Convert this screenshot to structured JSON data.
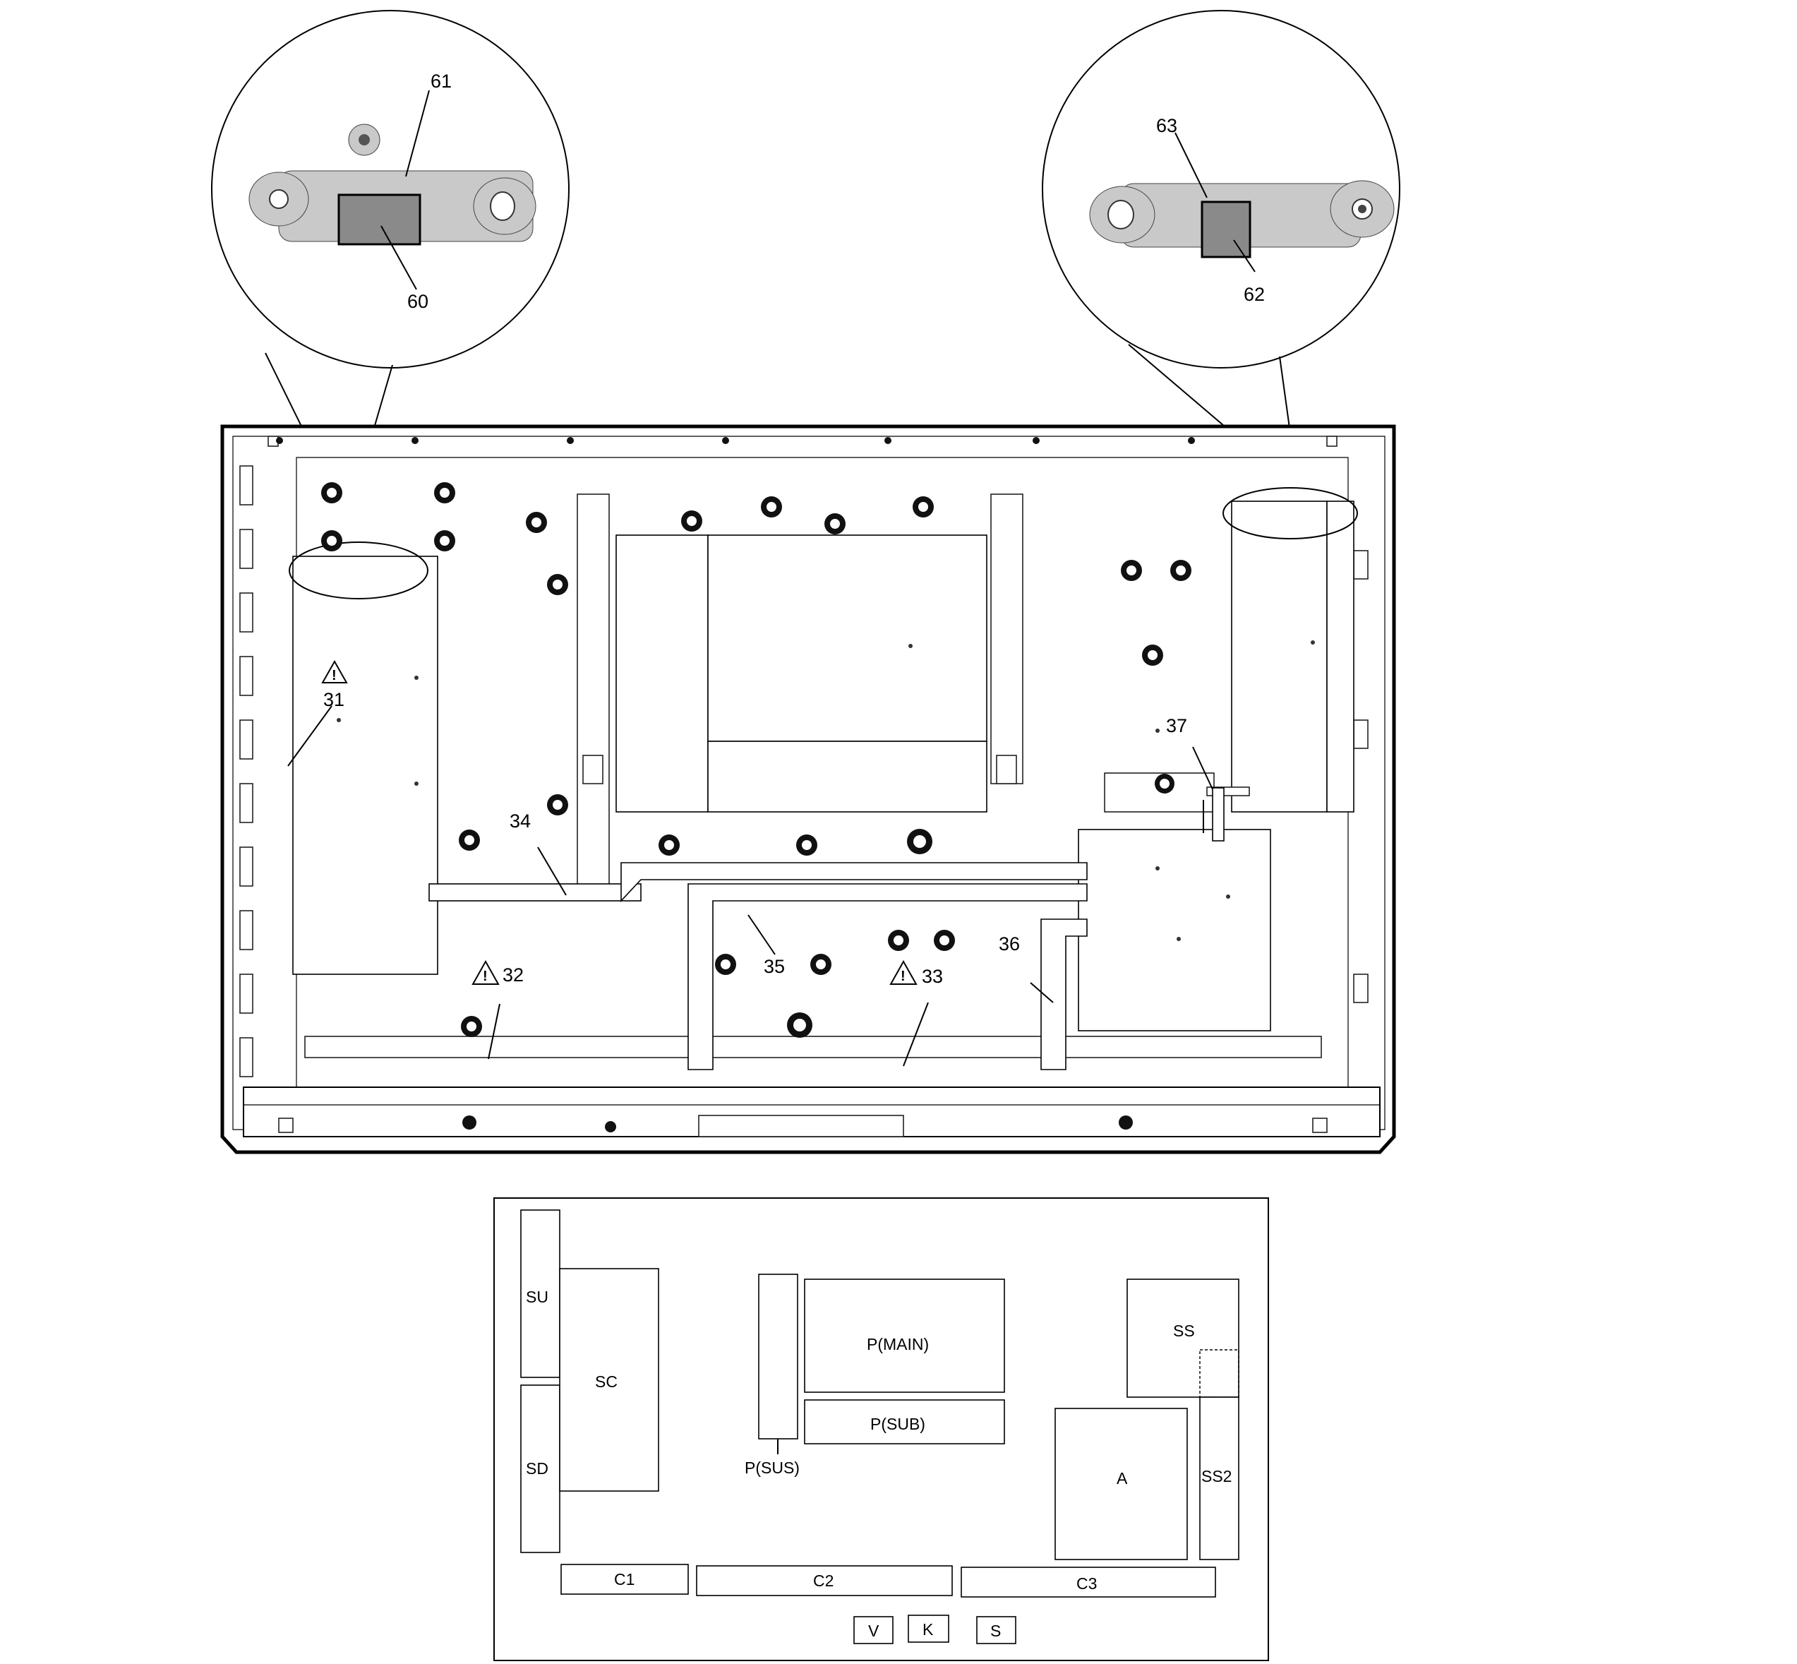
{
  "callouts": {
    "c31": "31",
    "c32": "32",
    "c33": "33",
    "c34": "34",
    "c35": "35",
    "c36": "36",
    "c37": "37",
    "c60": "60",
    "c61": "61",
    "c62": "62",
    "c63": "63"
  },
  "warning_symbol": "warning-triangle-icon",
  "boards": {
    "su": "SU",
    "sd": "SD",
    "sc": "SC",
    "p_sus": "P(SUS)",
    "p_main": "P(MAIN)",
    "p_sub": "P(SUB)",
    "ss": "SS",
    "ss2": "SS2",
    "a": "A",
    "c1": "C1",
    "c2": "C2",
    "c3": "C3",
    "v": "V",
    "k": "K",
    "s": "S"
  }
}
